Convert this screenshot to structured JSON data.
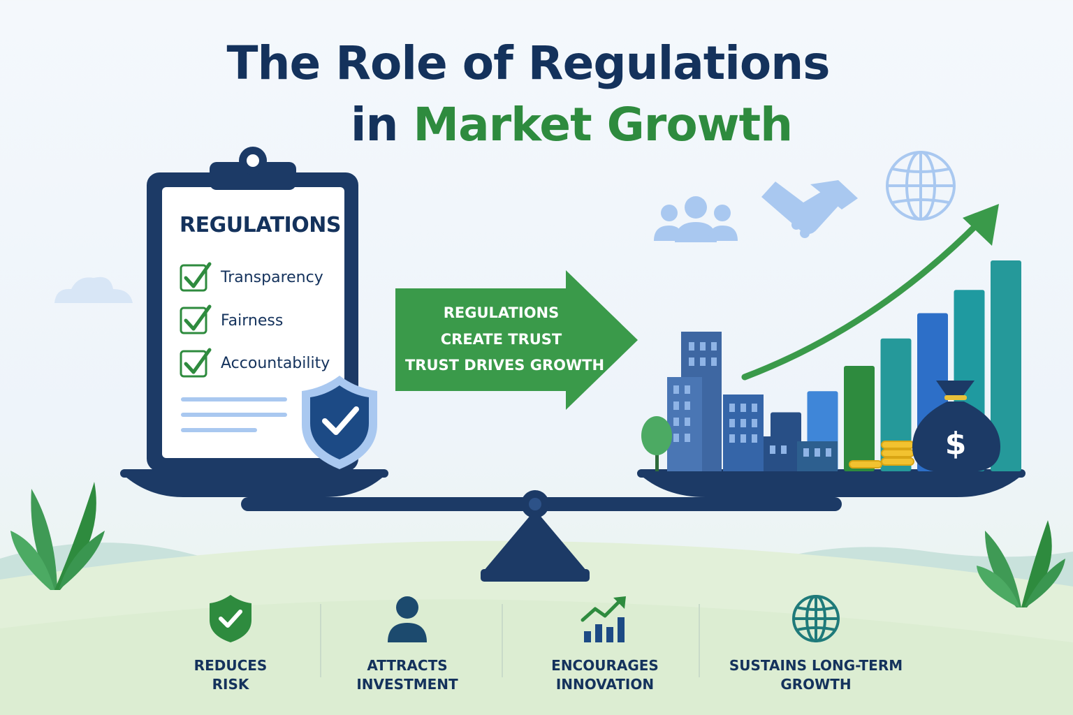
{
  "title": {
    "line1": "The Role of Regulations",
    "line2_prefix": "in",
    "line2_highlight": "Market Growth"
  },
  "clipboard": {
    "heading": "REGULATIONS",
    "items": [
      "Transparency",
      "Fairness",
      "Accountability"
    ]
  },
  "arrow": {
    "lines": [
      "REGULATIONS",
      "CREATE TRUST",
      "TRUST DRIVES GROWTH"
    ]
  },
  "features": [
    {
      "line1": "REDUCES",
      "line2": "RISK",
      "icon": "shield-check-icon"
    },
    {
      "line1": "ATTRACTS",
      "line2": "INVESTMENT",
      "icon": "person-icon"
    },
    {
      "line1": "ENCOURAGES",
      "line2": "INNOVATION",
      "icon": "growth-chart-icon"
    },
    {
      "line1": "SUSTAINS LONG-TERM",
      "line2": "GROWTH",
      "icon": "globe-icon"
    }
  ],
  "growth_bars": [
    0.28,
    0.38,
    0.5,
    0.63,
    0.75,
    0.86,
    1.0
  ],
  "colors": {
    "navy": "#14325c",
    "green": "#2e8b3e",
    "light_blue": "#a9c8f0",
    "teal": "#25999a"
  }
}
